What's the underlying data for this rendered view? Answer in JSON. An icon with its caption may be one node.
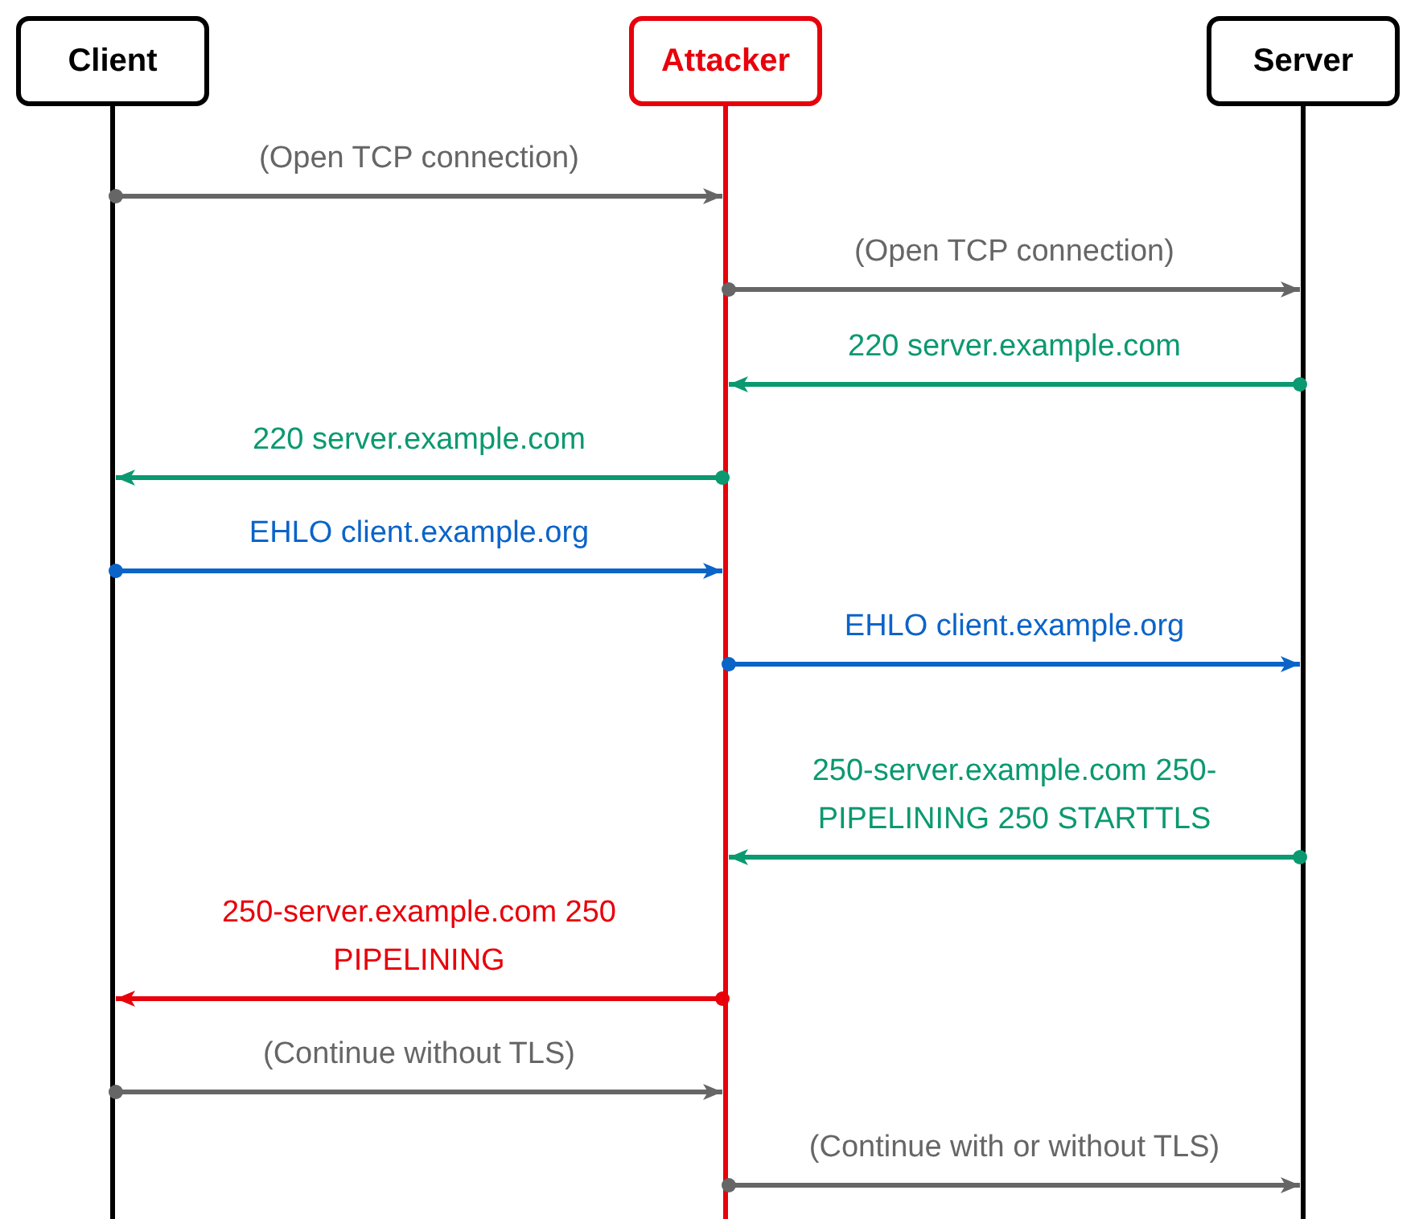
{
  "diagram": {
    "nodes": [
      {
        "text": [
          "Client"
        ]
      },
      {
        "text": [
          "Attacker"
        ]
      },
      {
        "text": [
          "Server"
        ]
      }
    ],
    "edges": [
      {
        "from": 0,
        "to": 1,
        "arrow": "to",
        "label": "(Open TCP connection)",
        "color": "#666666"
      },
      {
        "from": 1,
        "to": 2,
        "arrow": "to",
        "label": "(Open TCP connection)",
        "color": "#666666"
      },
      {
        "from": 2,
        "to": 1,
        "arrow": "to",
        "label": "220 server.example.com",
        "color": "#0a9970"
      },
      {
        "from": 1,
        "to": 0,
        "arrow": "to",
        "label": "220 server.example.com",
        "color": "#0a9970"
      },
      {
        "from": 0,
        "to": 1,
        "arrow": "to",
        "label": "EHLO client.example.org",
        "color": "#0b64c8"
      },
      {
        "from": 1,
        "to": 2,
        "arrow": "to",
        "label": "EHLO client.example.org",
        "color": "#0b64c8"
      },
      {
        "from": 2,
        "to": 1,
        "arrow": "to",
        "label": "250-server.example.com 250-PIPELINING 250 STARTTLS",
        "color": "#0a9970"
      },
      {
        "from": 1,
        "to": 0,
        "arrow": "to",
        "label": "250-server.example.com 250 PIPELINING",
        "color": "#e8000b"
      },
      {
        "from": 0,
        "to": 1,
        "arrow": "to",
        "label": "(Continue without TLS)",
        "color": "#666666"
      },
      {
        "from": 1,
        "to": 2,
        "arrow": "to",
        "label": "(Continue with or without TLS)",
        "color": "#666666"
      }
    ]
  }
}
